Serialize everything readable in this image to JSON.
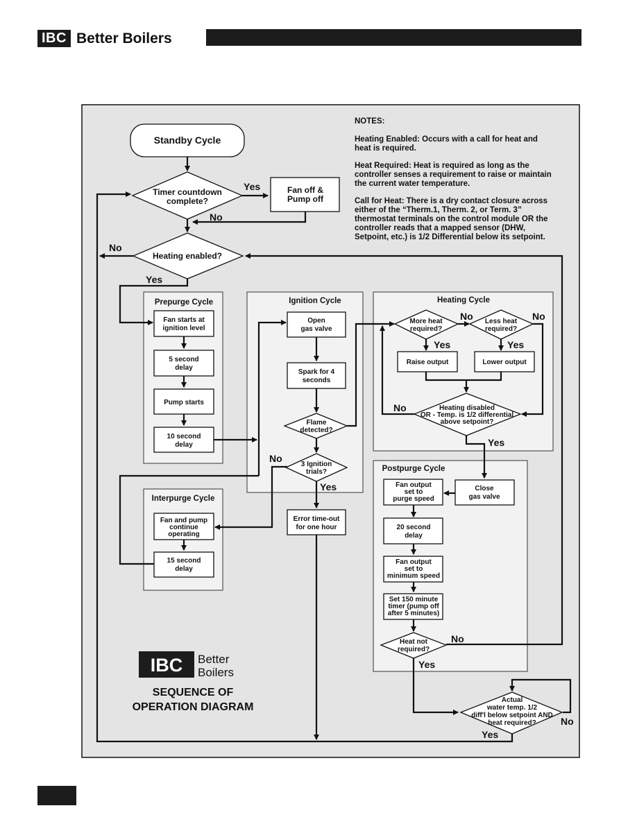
{
  "header": {
    "logo_box": "IBC",
    "logo_text": "Better Boilers"
  },
  "notes": {
    "heading": "NOTES:",
    "lines": [
      "Heating Enabled: Occurs with a call for heat and",
      "heat is required.",
      "Heat Required: Heat is required as long as the",
      "controller senses a requirement to raise or maintain",
      "the current water temperature.",
      "Call for Heat: There is a dry contact closure across",
      "either of the “Therm.1, Therm. 2, or Term. 3”",
      "thermostat terminals on the control module OR the",
      "controller reads that a mapped sensor (DHW,",
      "Setpoint, etc.) is 1/2 Differential below its setpoint."
    ]
  },
  "nodes": {
    "standby": "Standby Cycle",
    "timer_l1": "Timer countdown",
    "timer_l2": "complete?",
    "fanoff_l1": "Fan off &",
    "fanoff_l2": "Pump off",
    "heating_enabled": "Heating enabled?",
    "pre_1_l1": "Fan starts at",
    "pre_1_l2": "ignition level",
    "pre_2_l1": "5 second",
    "pre_2_l2": "delay",
    "pre_3": "Pump starts",
    "pre_4_l1": "10 second",
    "pre_4_l2": "delay",
    "ign_1_l1": "Open",
    "ign_1_l2": "gas valve",
    "ign_2_l1": "Spark for 4",
    "ign_2_l2": "seconds",
    "flame_l1": "Flame",
    "flame_l2": "detected?",
    "trials_l1": "3 Ignition",
    "trials_l2": "trials?",
    "error_l1": "Error time-out",
    "error_l2": "for one hour",
    "inter_1_l1": "Fan and pump",
    "inter_1_l2": "continue",
    "inter_1_l3": "operating",
    "inter_2_l1": "15 second",
    "inter_2_l2": "delay",
    "more_l1": "More heat",
    "more_l2": "required?",
    "less_l1": "Less heat",
    "less_l2": "required?",
    "raise": "Raise output",
    "lower": "Lower output",
    "disabled_l1": "Heating disabled",
    "disabled_l2": "OR - Temp. is 1/2 differential",
    "disabled_l3": "above setpoint?",
    "close_l1": "Close",
    "close_l2": "gas valve",
    "post_1_l1": "Fan output",
    "post_1_l2": "set to",
    "post_1_l3": "purge speed",
    "post_2_l1": "20 second",
    "post_2_l2": "delay",
    "post_3_l1": "Fan output",
    "post_3_l2": "set to",
    "post_3_l3": "minimum speed",
    "post_4_l1": "Set 150 minute",
    "post_4_l2": "timer (pump off",
    "post_4_l3": "after 5 minutes)",
    "heatnot_l1": "Heat not",
    "heatnot_l2": "required?",
    "actual_l1": "Actual",
    "actual_l2": "water temp. 1/2",
    "actual_l3": "diff'l below setpoint AND",
    "actual_l4": "heat required?"
  },
  "panels": {
    "prepurge": "Prepurge Cycle",
    "ignition": "Ignition Cycle",
    "heating": "Heating Cycle",
    "postpurge": "Postpurge Cycle",
    "interpurge": "Interpurge Cycle"
  },
  "labels": {
    "yes": "Yes",
    "no": "No"
  },
  "caption": {
    "logo_box": "IBC",
    "logo_l1": "Better",
    "logo_l2": "Boilers",
    "title_l1": "SEQUENCE OF",
    "title_l2": "OPERATION DIAGRAM"
  }
}
